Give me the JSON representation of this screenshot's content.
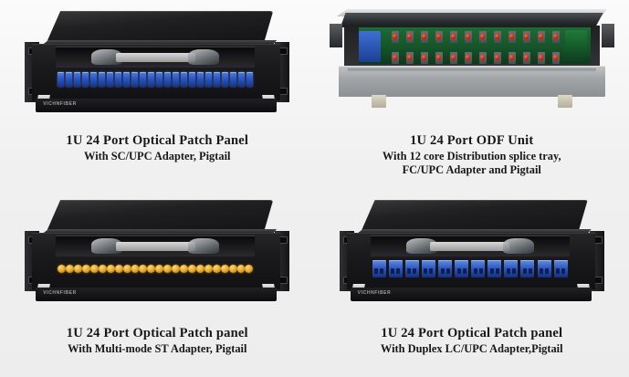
{
  "page": {
    "background_color": "#f2f2f2",
    "text_color": "#181818",
    "layout": "2x2 product grid"
  },
  "products": [
    {
      "id": "top-left",
      "title": "1U 24 Port Optical Patch Panel",
      "subtitle_lines": [
        "With SC/UPC  Adapter, Pigtail"
      ],
      "brand": "VICHNFIBER",
      "image_alt": "Black 1U rack mount optical patch panel with 24 blue SC/UPC adapters",
      "adapter_type": "SC/UPC",
      "adapter_color": "#2a57c4",
      "adapter_count": 24,
      "chassis_color": "#1b1b1d"
    },
    {
      "id": "top-right",
      "title": "1U 24 Port ODF Unit",
      "subtitle_lines": [
        "With  12 core Distribution splice tray,",
        "FC/UPC  Adapter and Pigtail"
      ],
      "brand": "",
      "image_alt": "Grey 1U ODF unit with green splice tray and 24 red FC/UPC adapters in two rows",
      "adapter_type": "FC/UPC",
      "adapter_color": "#c21708",
      "adapter_count": 24,
      "rows": 2,
      "per_row": 12,
      "chassis_color": "#a3a6a9",
      "tray_color": "#15572a"
    },
    {
      "id": "bottom-left",
      "title": "1U 24 Port Optical Patch panel",
      "subtitle_lines": [
        "With Multi-mode ST Adapter, Pigtail"
      ],
      "brand": "VICHNFIBER",
      "image_alt": "Black 1U rack mount optical patch panel with 24 round amber multi-mode ST adapters",
      "adapter_type": "Multi-mode ST",
      "adapter_color": "#e8a520",
      "adapter_count": 24,
      "chassis_color": "#1b1b1d"
    },
    {
      "id": "bottom-right",
      "title": "1U 24 Port Optical Patch panel",
      "subtitle_lines": [
        "With Duplex LC/UPC Adapter,Pigtail"
      ],
      "brand": "VICHNFIBER",
      "image_alt": "Black 1U rack mount optical patch panel with 12 blue duplex LC/UPC adapters",
      "adapter_type": "Duplex LC/UPC",
      "adapter_color": "#2b55bd",
      "adapter_count": 12,
      "chassis_color": "#1b1b1d"
    }
  ]
}
